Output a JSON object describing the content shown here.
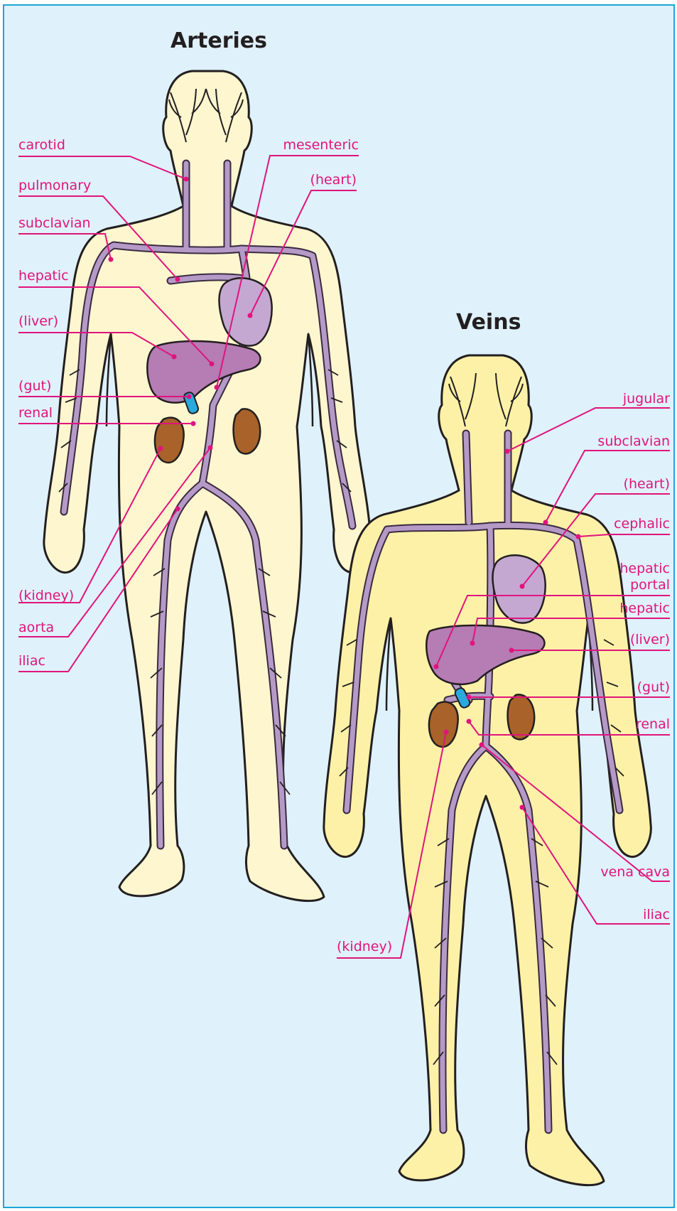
{
  "colors": {
    "background": "#dff1fa",
    "border": "#1aa6d9",
    "label": "#e0147d",
    "vessel": "#b59ac7",
    "vessel_outline": "#3a2a40",
    "artery_body": "#fdf6cf",
    "vein_body": "#fdf1a8",
    "organ_heart": "#c4a8d1",
    "organ_liver": "#b67cb4",
    "organ_kidney": "#a8622a",
    "organ_gut": "#2aa9de"
  },
  "arteries": {
    "title": "Arteries",
    "labels": {
      "carotid": "carotid",
      "mesenteric": "mesenteric",
      "heart": "(heart)",
      "pulmonary": "pulmonary",
      "subclavian": "subclavian",
      "hepatic": "hepatic",
      "liver": "(liver)",
      "gut": "(gut)",
      "renal": "renal",
      "kidney": "(kidney)",
      "aorta": "aorta",
      "iliac": "iliac"
    }
  },
  "veins": {
    "title": "Veins",
    "labels": {
      "jugular": "jugular",
      "subclavian": "subclavian",
      "heart": "(heart)",
      "cephalic": "cephalic",
      "hepatic_portal_1": "hepatic",
      "hepatic_portal_2": "portal",
      "hepatic": "hepatic",
      "liver": "(liver)",
      "gut": "(gut)",
      "renal": "renal",
      "vena_cava": "vena cava",
      "iliac": "iliac",
      "kidney": "(kidney)"
    }
  }
}
